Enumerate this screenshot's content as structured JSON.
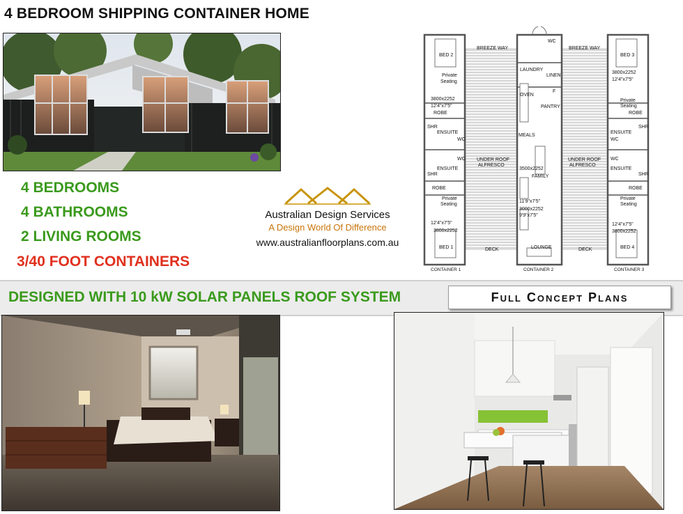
{
  "header": {
    "title": "4 BEDROOM SHIPPING CONTAINER HOME"
  },
  "features": [
    "4 BEDROOMS",
    "4 BATHROOMS",
    "2 LIVING ROOMS",
    "3/40 FOOT CONTAINERS"
  ],
  "brand": {
    "name": "Australian Design Services",
    "tagline": "A Design World Of Difference",
    "url": "www.australianfloorplans.com.au"
  },
  "banner": {
    "solar": "DESIGNED WITH 10 kW SOLAR PANELS ROOF SYSTEM",
    "concept": "Full Concept Plans"
  },
  "floorplan": {
    "breeze_left": "BREEZE WAY",
    "breeze_right": "BREEZE WAY",
    "wc_top": "WC",
    "laundry": "LAUNDRY",
    "linen": "LINEN",
    "oven": "OVEN",
    "pantry": "PANTRY",
    "f": "F",
    "meals": "MEALS",
    "family": "FAMILY",
    "lounge": "LOUNGE",
    "dims_meals": "3500x2252",
    "dims_family_a": "11'9\"x7'5\"",
    "dims_family_b": "3000x2252",
    "dims_family_c": "9'9\"x7'5\"",
    "under_roof_left": "UNDER ROOF",
    "alfresco_left": "ALFRESCO",
    "under_roof_right": "UNDER ROOF",
    "alfresco_right": "ALFRESCO",
    "deck_left": "DECK",
    "deck_right": "DECK",
    "bed1": "BED 1",
    "bed2": "BED 2",
    "bed3": "BED 3",
    "bed4": "BED 4",
    "private": "Private",
    "seating": "Seating",
    "robe": "ROBE",
    "ensuite": "ENSUITE",
    "shr": "SHR",
    "wc": "WC",
    "dims_bed": "3800x2252",
    "dims_bed_imp": "12'4\"x7'5\"",
    "container1": "CONTAINER 1",
    "container2": "CONTAINER 2",
    "container3": "CONTAINER 3"
  },
  "colors": {
    "green": "#3a9a1c",
    "red": "#e0301e",
    "orange": "#c8740a"
  }
}
